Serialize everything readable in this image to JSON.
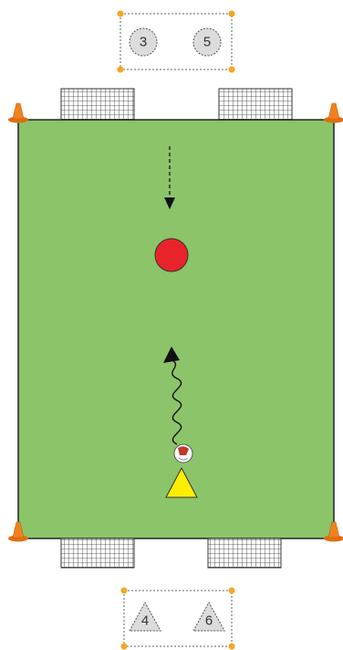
{
  "top_group": {
    "players": [
      {
        "label": "3",
        "shape": "circle"
      },
      {
        "label": "5",
        "shape": "circle"
      }
    ]
  },
  "bottom_group": {
    "players": [
      {
        "label": "4",
        "shape": "triangle"
      },
      {
        "label": "6",
        "shape": "triangle"
      }
    ]
  },
  "colors": {
    "pitch": "#8cc46a",
    "pitch_border": "#222222",
    "cone": "#f0821e",
    "defender": "#e8242a",
    "attacker": "#ffee00",
    "waiting_player": "#dcdcdc",
    "box_corner": "#f5a623"
  },
  "icons": [
    "cone-icon",
    "goal-net-icon",
    "ball-icon",
    "defender-marker",
    "attacker-marker"
  ]
}
